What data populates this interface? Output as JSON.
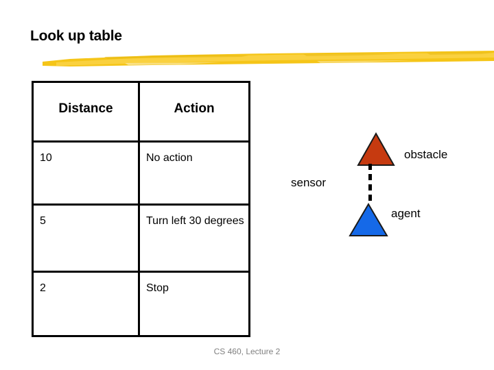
{
  "slide": {
    "title": "Look up table",
    "footer": "CS 460,  Lecture 2",
    "accent_color": "#F5C518",
    "background_color": "#FFFFFF"
  },
  "table": {
    "headers": {
      "distance": "Distance",
      "action": "Action"
    },
    "rows": [
      {
        "distance": "10",
        "action": "No action"
      },
      {
        "distance": "5",
        "action": "Turn left 30 degrees"
      },
      {
        "distance": "2",
        "action": "Stop"
      }
    ]
  },
  "diagram": {
    "obstacle_label": "obstacle",
    "sensor_label": "sensor",
    "agent_label": "agent",
    "obstacle_color": "#C63A10",
    "agent_color": "#1569E8",
    "sensor_line_color": "#000000"
  }
}
